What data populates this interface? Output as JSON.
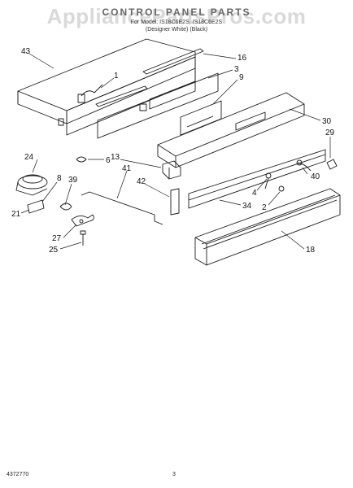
{
  "watermark": "AppliancePartsPros.com",
  "header": {
    "title": "CONTROL PANEL PARTS",
    "subtitle_line1": "For Model: IS18C6E2S, IS18C6E2S",
    "subtitle_line2": "(Designer White)   (Black)"
  },
  "callouts": [
    {
      "id": "43",
      "label": "43"
    },
    {
      "id": "1",
      "label": "1"
    },
    {
      "id": "16",
      "label": "16"
    },
    {
      "id": "3",
      "label": "3"
    },
    {
      "id": "9",
      "label": "9"
    },
    {
      "id": "30",
      "label": "30"
    },
    {
      "id": "29",
      "label": "29"
    },
    {
      "id": "24",
      "label": "24"
    },
    {
      "id": "6",
      "label": "6"
    },
    {
      "id": "13",
      "label": "13"
    },
    {
      "id": "41",
      "label": "41"
    },
    {
      "id": "8",
      "label": "8"
    },
    {
      "id": "39",
      "label": "39"
    },
    {
      "id": "42",
      "label": "42"
    },
    {
      "id": "40",
      "label": "40"
    },
    {
      "id": "4",
      "label": "4"
    },
    {
      "id": "2",
      "label": "2"
    },
    {
      "id": "34",
      "label": "34"
    },
    {
      "id": "21",
      "label": "21"
    },
    {
      "id": "27",
      "label": "27"
    },
    {
      "id": "25",
      "label": "25"
    },
    {
      "id": "18",
      "label": "18"
    }
  ],
  "footer": {
    "doc_number": "4372770",
    "page_number": "3"
  },
  "colors": {
    "line": "#1a1a1a",
    "watermark": "#d9d9d9"
  }
}
